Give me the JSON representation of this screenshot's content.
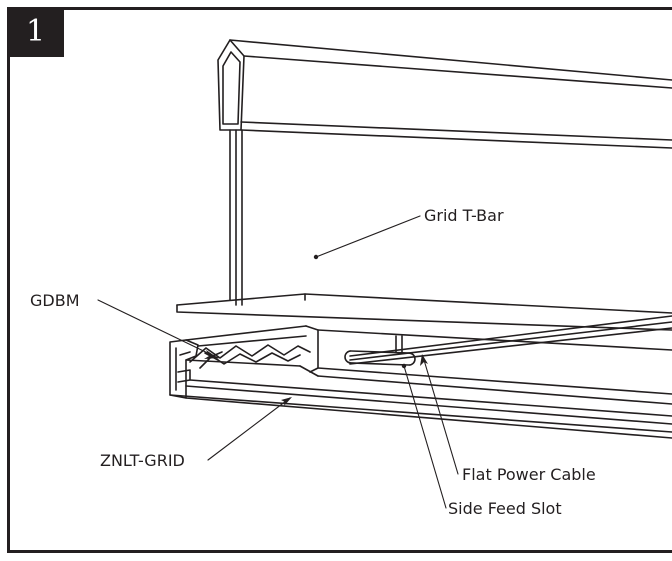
{
  "step": {
    "number": "1"
  },
  "labels": {
    "grid_tbar": "Grid T-Bar",
    "gdbm": "GDBM",
    "znlt_grid": "ZNLT-GRID",
    "flat_power_cable": "Flat Power Cable",
    "side_feed_slot": "Side Feed Slot"
  },
  "colors": {
    "line": "#231f20",
    "badge": "#231f20",
    "background": "#ffffff"
  }
}
